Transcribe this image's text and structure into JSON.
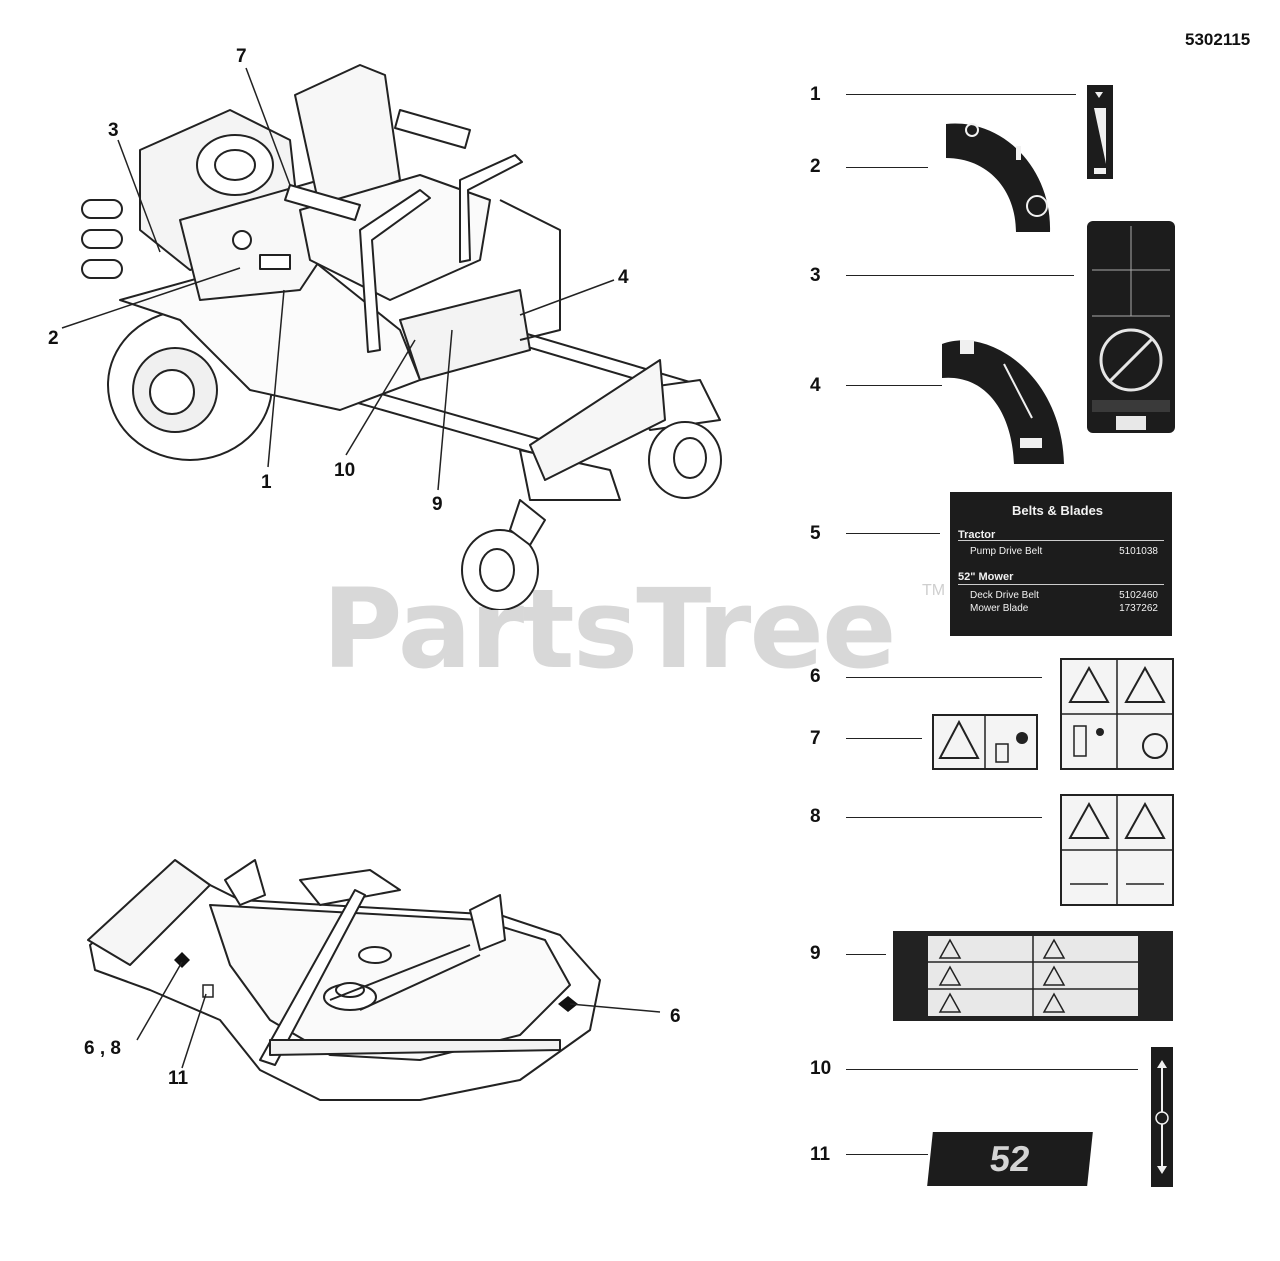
{
  "diagram_id": "5302115",
  "watermark": {
    "text": "PartsTree",
    "mark": "TM"
  },
  "tractor_callouts": [
    "7",
    "3",
    "2",
    "4",
    "1",
    "10",
    "9"
  ],
  "deck_callouts": [
    "6 , 8",
    "11",
    "6"
  ],
  "decal_callouts": [
    "1",
    "2",
    "3",
    "4",
    "5",
    "6",
    "7",
    "8",
    "9",
    "10",
    "11"
  ],
  "belts_blades_decal": {
    "title": "Belts & Blades",
    "section1": "Tractor",
    "row1_label": "Pump Drive Belt",
    "row1_value": "5101038",
    "section2": "52\" Mower",
    "row2_label": "Deck Drive Belt",
    "row2_value": "5102460",
    "row3_label": "Mower Blade",
    "row3_value": "1737262"
  },
  "deck_size_decal": {
    "number": "52"
  },
  "colors": {
    "ink": "#111111",
    "decal_dark": "#1c1c1c",
    "watermark": "#d8d8d8"
  }
}
